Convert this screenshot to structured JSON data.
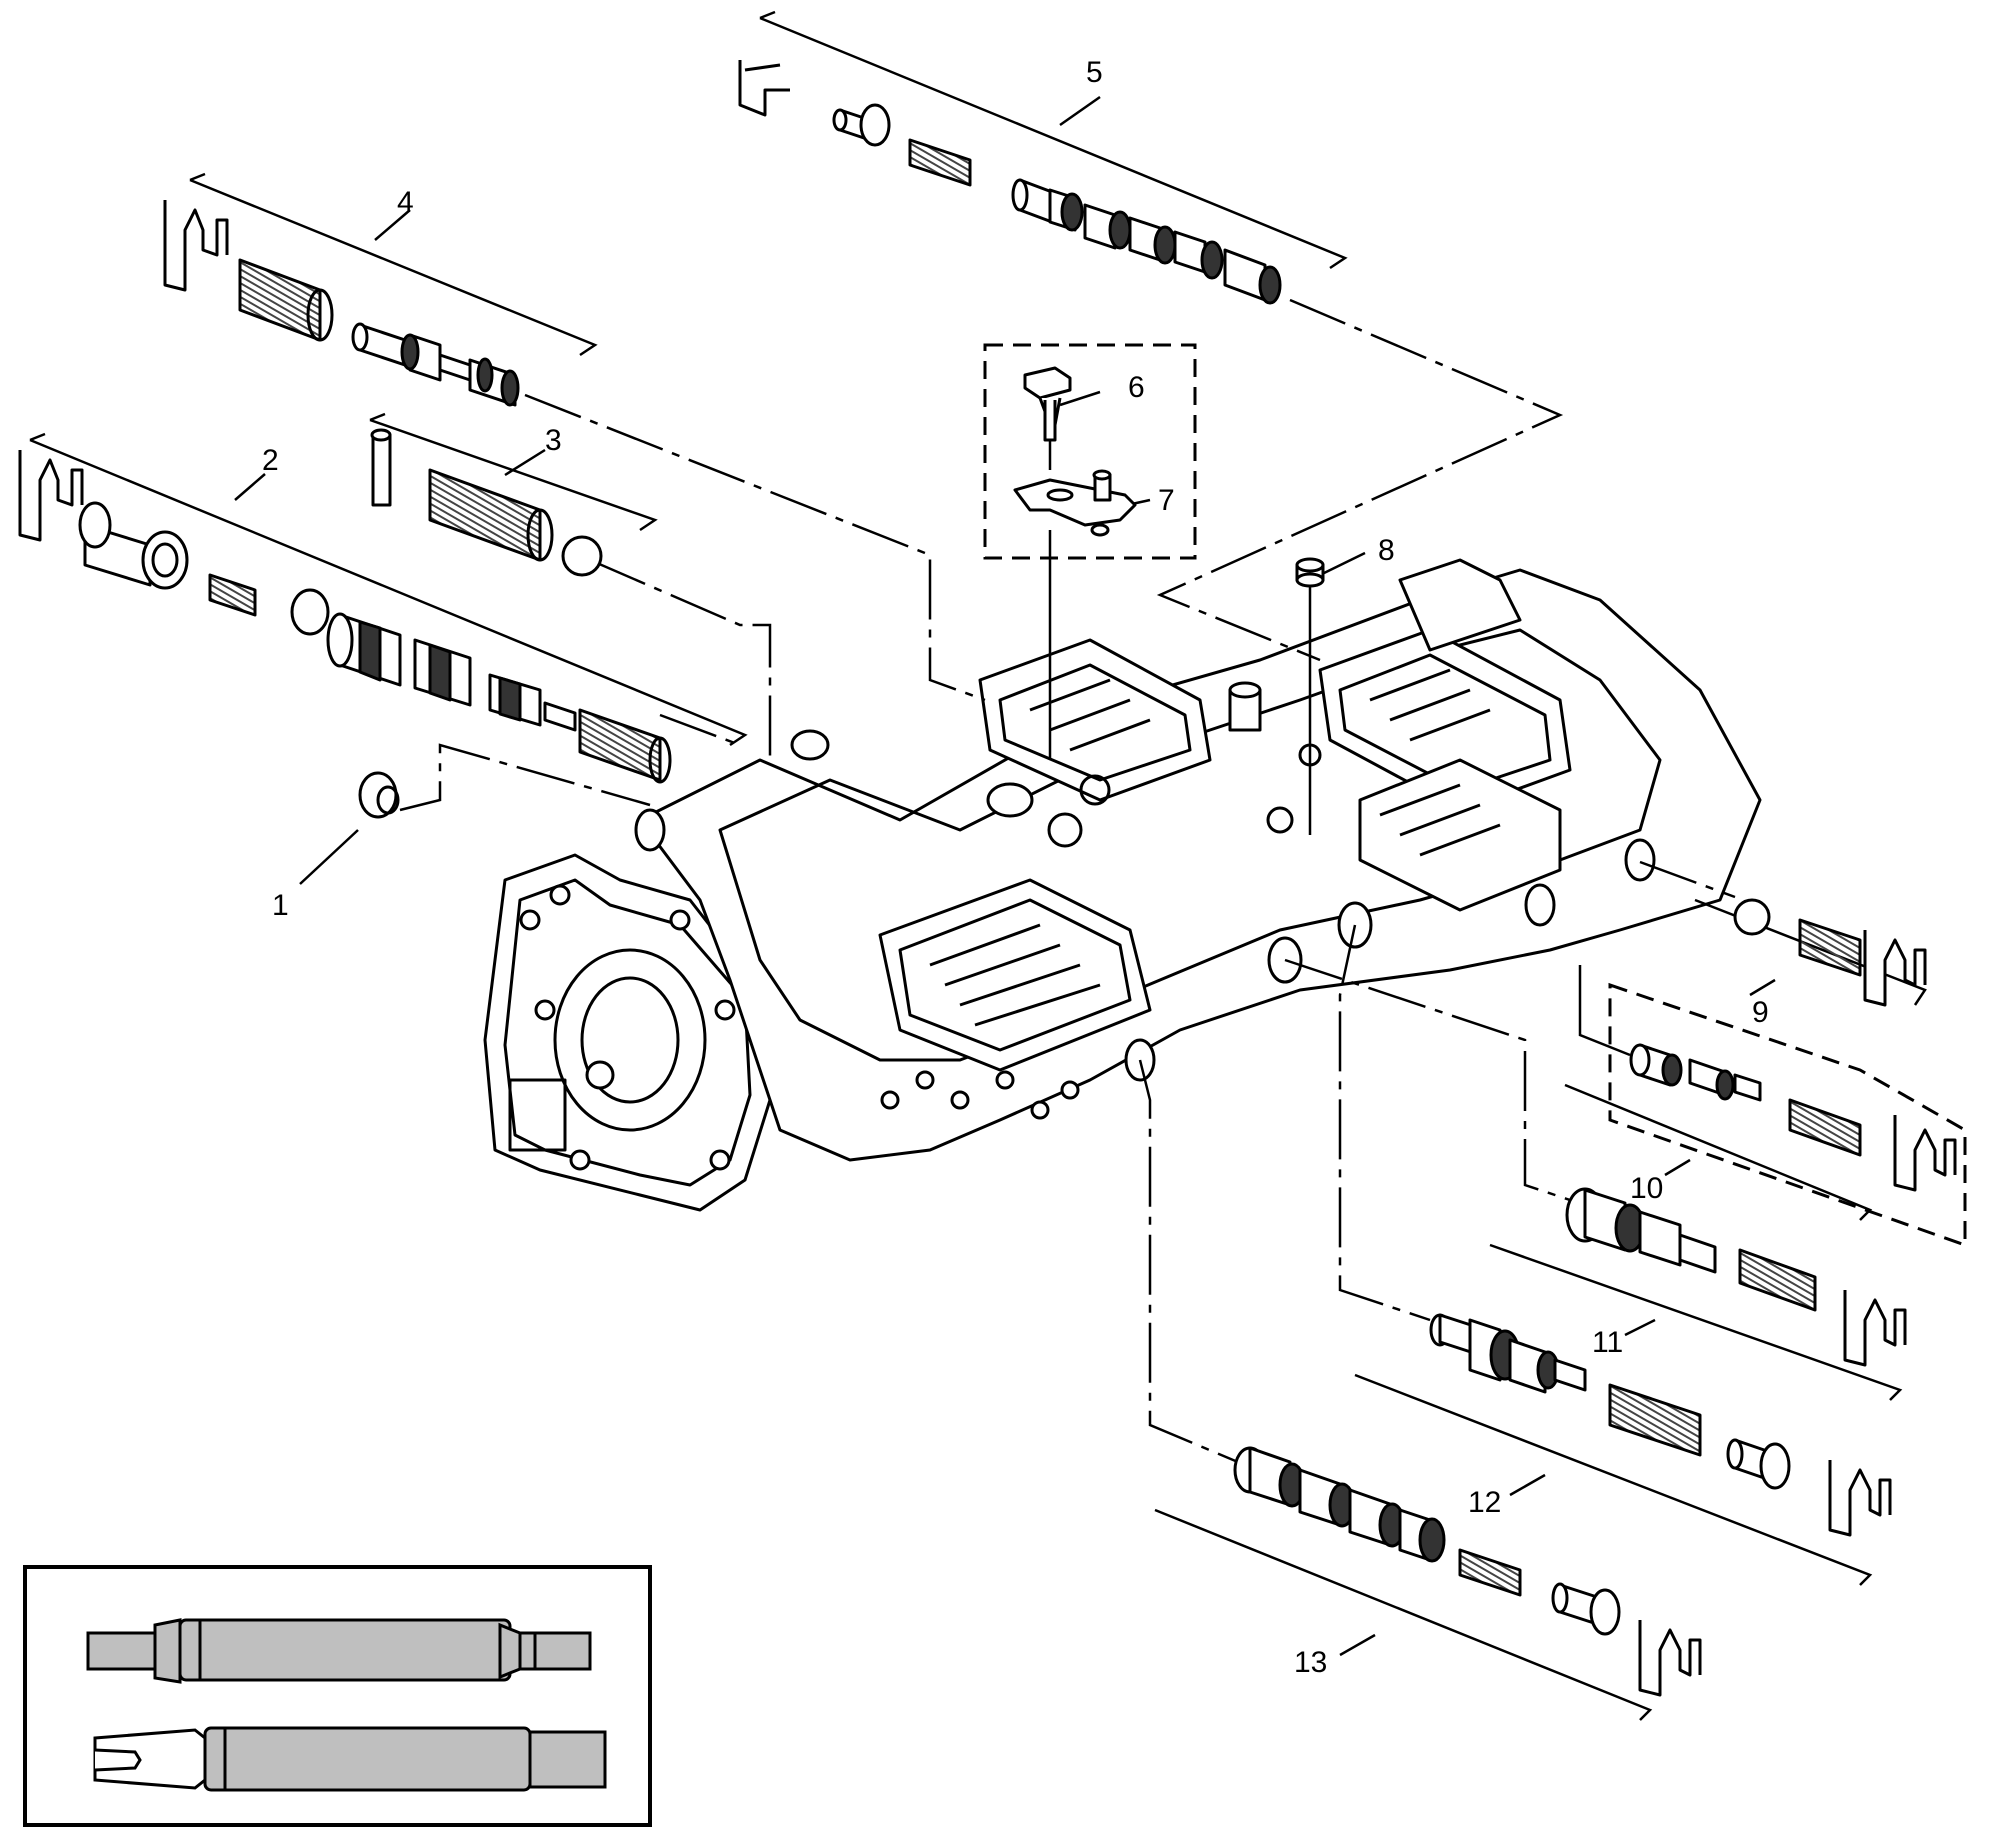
{
  "diagram": {
    "callouts": [
      {
        "id": "1",
        "text": "1"
      },
      {
        "id": "2",
        "text": "2"
      },
      {
        "id": "3",
        "text": "3"
      },
      {
        "id": "4",
        "text": "4"
      },
      {
        "id": "5",
        "text": "5"
      },
      {
        "id": "6",
        "text": "6"
      },
      {
        "id": "7",
        "text": "7"
      },
      {
        "id": "8",
        "text": "8"
      },
      {
        "id": "9",
        "text": "9"
      },
      {
        "id": "10",
        "text": "10"
      },
      {
        "id": "11",
        "text": "11"
      },
      {
        "id": "12",
        "text": "12"
      },
      {
        "id": "13",
        "text": "13"
      }
    ],
    "colors": {
      "line": "#000000",
      "part_fill": "#ffffff",
      "tool_fill": "#bfbfbf",
      "spring": "#555555"
    }
  }
}
